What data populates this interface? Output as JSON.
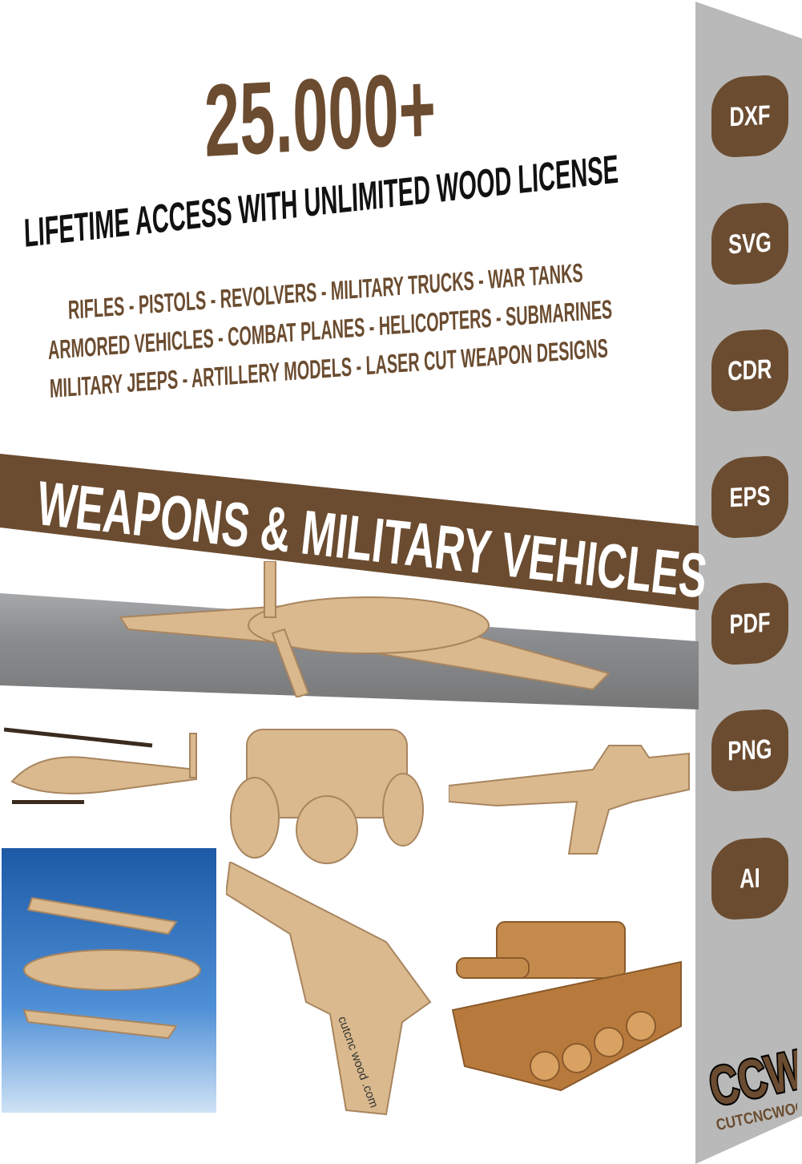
{
  "headline": "25.000+",
  "subtitle": "LIFETIME ACCESS WITH UNLIMITED WOOD LICENSE",
  "categories": [
    "RIFLES - PISTOLS - REVOLVERS - MILITARY TRUCKS - WAR TANKS",
    "ARMORED VEHICLES - COMBAT PLANES - HELICOPTERS - SUBMARINES",
    "MILITARY JEEPS - ARTILLERY MODELS - LASER CUT WEAPON DESIGNS"
  ],
  "banner": "WEAPONS & MILITARY VEHICLES",
  "formats": [
    "DXF",
    "SVG",
    "CDR",
    "EPS",
    "PDF",
    "PNG",
    "AI"
  ],
  "pistol_engraving": "cutcnc wood. .com",
  "brand": {
    "logo_mark": "CCW",
    "name": "CUTCNCWOOD"
  },
  "colors": {
    "brand_brown": "#6b4c30",
    "side_gray": "#b9b9b9"
  }
}
